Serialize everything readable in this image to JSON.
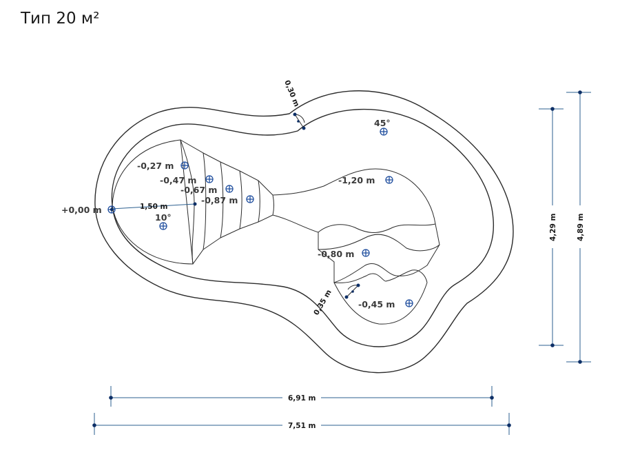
{
  "title": "Тип 20 м²",
  "levels": {
    "l000": "+0,00 m",
    "l027": "-0,27 m",
    "l047": "-0,47 m",
    "l067": "-0,67 m",
    "l087": "-0,87 m",
    "l120": "-1,20 m",
    "l080": "-0,80 m",
    "l045": "-0,45 m"
  },
  "angles": {
    "a10": "10°",
    "a45": "45°"
  },
  "dimensions": {
    "inner_step_width": "1,50 m",
    "rim_top": "0,30 m",
    "rim_bottom": "0,35 m",
    "inner_length": "6,91 m",
    "outer_length": "7,51 m",
    "inner_width": "4,29 m",
    "outer_width": "4,89 m"
  },
  "colors": {
    "outline": "#2b2b2b",
    "dimension_line": "#2b5f8f",
    "marker": "#1f4e9e"
  }
}
